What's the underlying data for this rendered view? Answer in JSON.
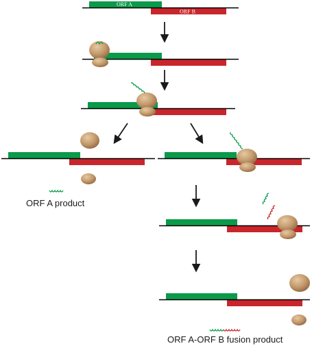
{
  "labels": {
    "orf_a": "ORF A",
    "orf_b": "ORF B",
    "orf_a_product": "ORF A product",
    "fusion_product": "ORF A-ORF B fusion product"
  },
  "colors": {
    "orf_a": "#0a9a4a",
    "orf_b": "#c8262c",
    "mrna_line": "#000000",
    "ribosome": "#c49a6c",
    "arrow": "#1a1a1a"
  },
  "icons": {
    "ribosome": "ribosome-icon",
    "peptide": "peptide-coil-icon",
    "arrow": "arrow-down-icon"
  }
}
